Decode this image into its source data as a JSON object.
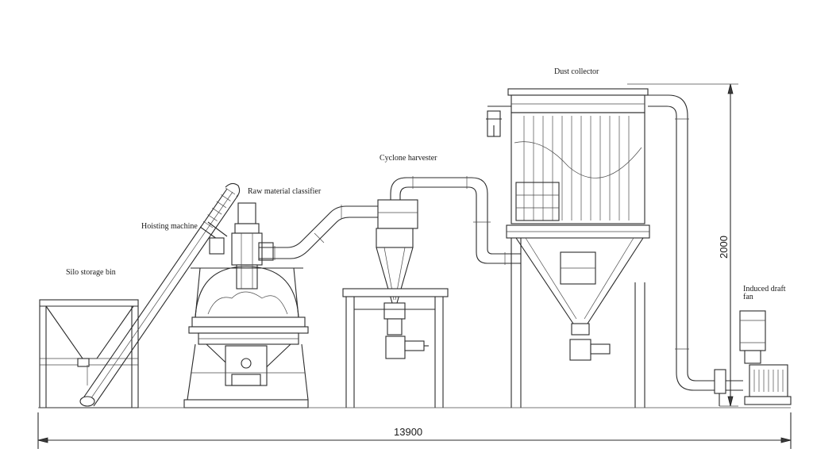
{
  "labels": {
    "dust_collector": "Dust collector",
    "cyclone_harvester": "Cyclone harvester",
    "raw_material_classifier": "Raw material classifier",
    "hoisting_machine": "Hoisting machine",
    "silo_storage_bin": "Silo storage bin",
    "induced_draft_fan_line1": "Induced draft",
    "induced_draft_fan_line2": "fan"
  },
  "dimensions": {
    "overall_width": "13900",
    "height": "2000"
  }
}
